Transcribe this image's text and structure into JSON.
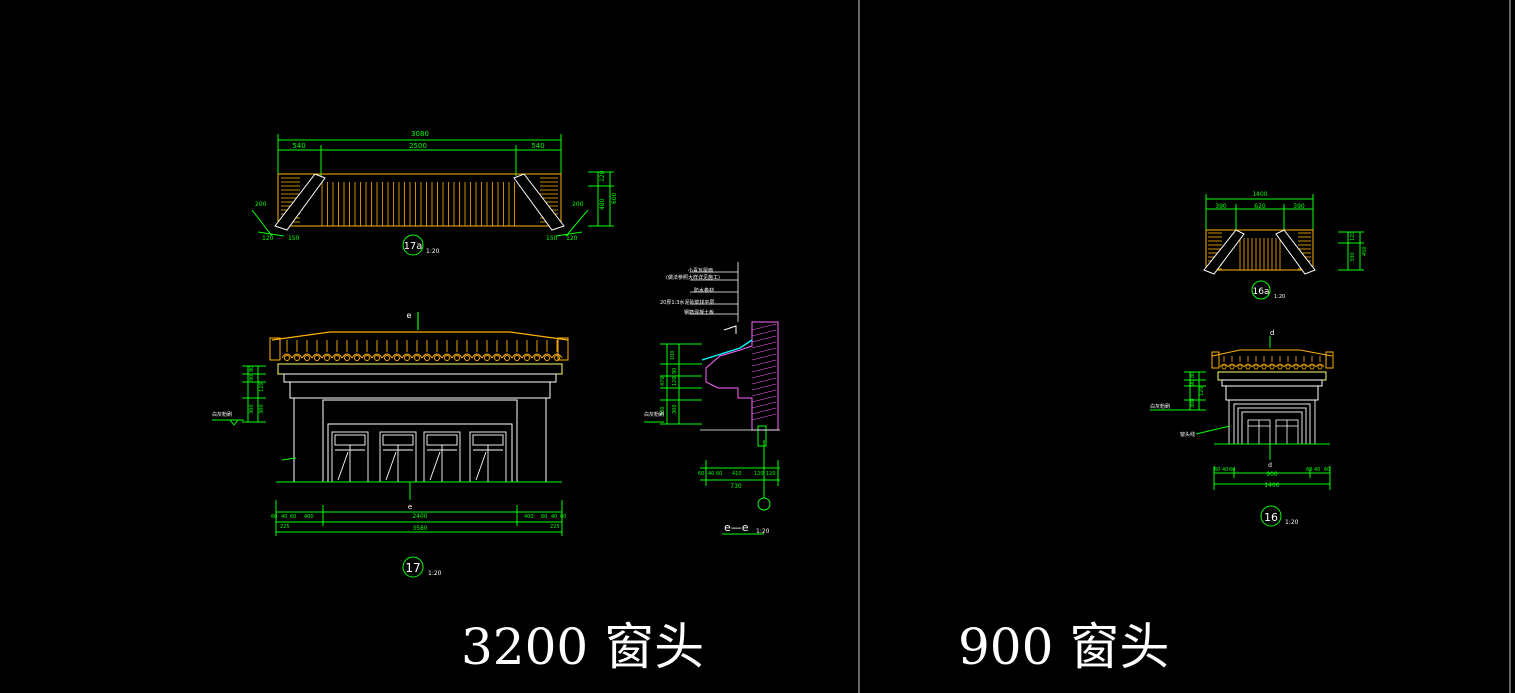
{
  "colors": {
    "background": "#000000",
    "dimension": "#00ff00",
    "roof_tile": "#ffb000",
    "wall": "#ffffff",
    "wall_accent": "#ffff66",
    "window": "#ffffff",
    "hatch": "#ff66ff",
    "divider": "#ffffff",
    "annotation": "#ffffff"
  },
  "left_panel": {
    "label": "3200  窗头",
    "plan": {
      "overall_dim": "3080",
      "segment_dims": [
        "540",
        "2500",
        "540"
      ],
      "height_dims": [
        "120",
        "480",
        "600"
      ],
      "corner_dims": [
        "200",
        "120",
        "150",
        "200",
        "120",
        "150"
      ],
      "tag": "17a",
      "tag_scale": "1:20"
    },
    "elevation": {
      "section_mark": "e",
      "left_dims": [
        "80",
        "90",
        "120",
        "300",
        "300"
      ],
      "bottom_dims": [
        "60",
        "40",
        "60",
        "400",
        "2400",
        "400",
        "60",
        "40",
        "60"
      ],
      "bottom_dims_row2": [
        "225",
        "225"
      ],
      "overall_dim": "3580",
      "tag": "17",
      "tag_scale": "1:20",
      "note": "白灰粉刷"
    },
    "section": {
      "notes": [
        "小青瓦屋面",
        "(做法参照大样详见施工)",
        "防水卷材",
        "20厚1:3水泥砂浆找平层",
        "钢筋混凝土板"
      ],
      "left_dims": [
        "100",
        "470",
        "90",
        "120",
        "300",
        "300"
      ],
      "bottom_dims": [
        "60",
        "40",
        "60",
        "410",
        "120",
        "120"
      ],
      "overall_dim": "730",
      "title": "e—e",
      "title_scale": "1:20"
    }
  },
  "right_panel": {
    "label": "900  窗头",
    "plan": {
      "overall_dim": "1400",
      "segment_dims": [
        "390",
        "620",
        "390"
      ],
      "height_dims": [
        "120",
        "330",
        "450"
      ],
      "tag": "16a",
      "tag_scale": "1:20"
    },
    "elevation": {
      "section_mark": "d",
      "left_dims": [
        "80",
        "90",
        "120",
        "300"
      ],
      "bottom_dims": [
        "60",
        "40",
        "60",
        "900",
        "60",
        "40",
        "60"
      ],
      "overall_dim": "1400",
      "tag": "16",
      "tag_scale": "1:20",
      "notes": [
        "白灰粉刷",
        "窗头线"
      ]
    }
  }
}
